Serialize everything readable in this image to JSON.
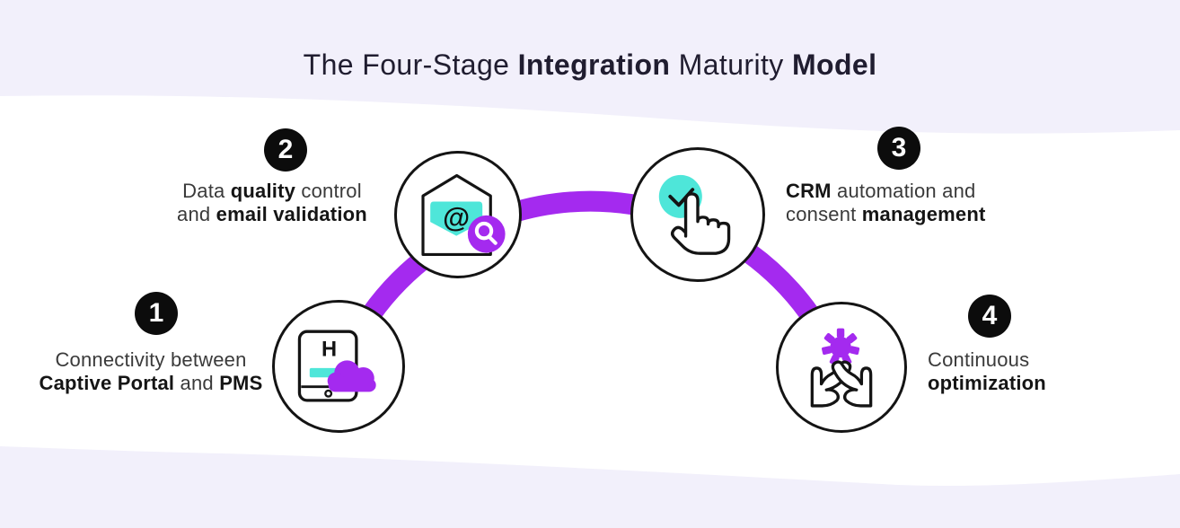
{
  "colors": {
    "purple": "#A42AEF",
    "teal": "#4EE6D9",
    "lavender": "#F2F0FB",
    "ink": "#201D30",
    "body_text": "#3A3A3A",
    "bold_text": "#151515",
    "badge_bg": "#0C0C0C",
    "outline": "#141414"
  },
  "title": {
    "segments": [
      {
        "text": "The Four-Stage ",
        "bold": false
      },
      {
        "text": "Integration",
        "bold": true
      },
      {
        "text": " Maturity ",
        "bold": false
      },
      {
        "text": "Model",
        "bold": true
      }
    ]
  },
  "stages": [
    {
      "number": "1",
      "icon": "tablet-cloud-icon",
      "icon_letter": "H",
      "lines": [
        [
          {
            "t": "Connectivity between",
            "b": false
          }
        ],
        [
          {
            "t": "Captive Portal",
            "b": true
          },
          {
            "t": " and ",
            "b": false
          },
          {
            "t": "PMS",
            "b": true
          }
        ]
      ]
    },
    {
      "number": "2",
      "icon": "email-search-icon",
      "icon_symbol": "@",
      "lines": [
        [
          {
            "t": "Data ",
            "b": false
          },
          {
            "t": "quality",
            "b": true
          },
          {
            "t": " control",
            "b": false
          }
        ],
        [
          {
            "t": "and ",
            "b": false
          },
          {
            "t": "email validation",
            "b": true
          }
        ]
      ]
    },
    {
      "number": "3",
      "icon": "tap-check-icon",
      "lines": [
        [
          {
            "t": "CRM",
            "b": true
          },
          {
            "t": " automation and",
            "b": false
          }
        ],
        [
          {
            "t": "consent ",
            "b": false
          },
          {
            "t": "management",
            "b": true
          }
        ]
      ]
    },
    {
      "number": "4",
      "icon": "hands-gear-icon",
      "lines": [
        [
          {
            "t": "Continuous",
            "b": false
          }
        ],
        [
          {
            "t": "optimization",
            "b": true
          }
        ]
      ]
    }
  ]
}
